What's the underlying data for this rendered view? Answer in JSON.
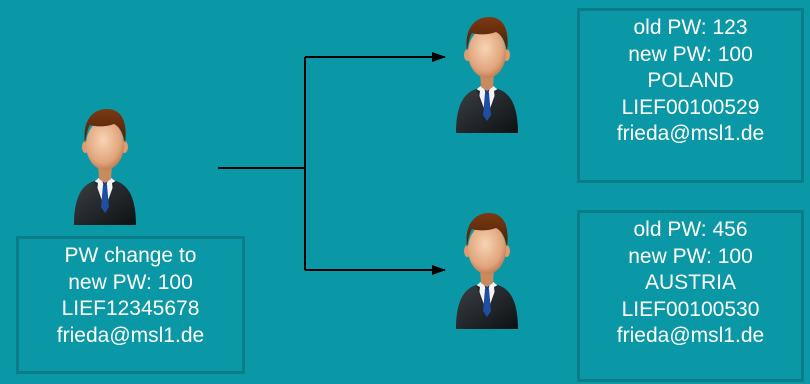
{
  "sender": {
    "lines": [
      "PW change to",
      "new PW: 100",
      "LIEF12345678",
      "frieda@msl1.de"
    ]
  },
  "recipients": [
    {
      "lines": [
        "old PW: 123",
        "new PW: 100",
        "POLAND",
        "LIEF00100529",
        "frieda@msl1.de"
      ]
    },
    {
      "lines": [
        "old PW: 456",
        "new PW: 100",
        "AUSTRIA",
        "LIEF00100530",
        "frieda@msl1.de"
      ]
    }
  ],
  "colors": {
    "background": "#0b98a6",
    "box_border": "#0a7d89",
    "text": "#ffffff",
    "connector": "#000000"
  },
  "icons": [
    "businessman-icon"
  ]
}
